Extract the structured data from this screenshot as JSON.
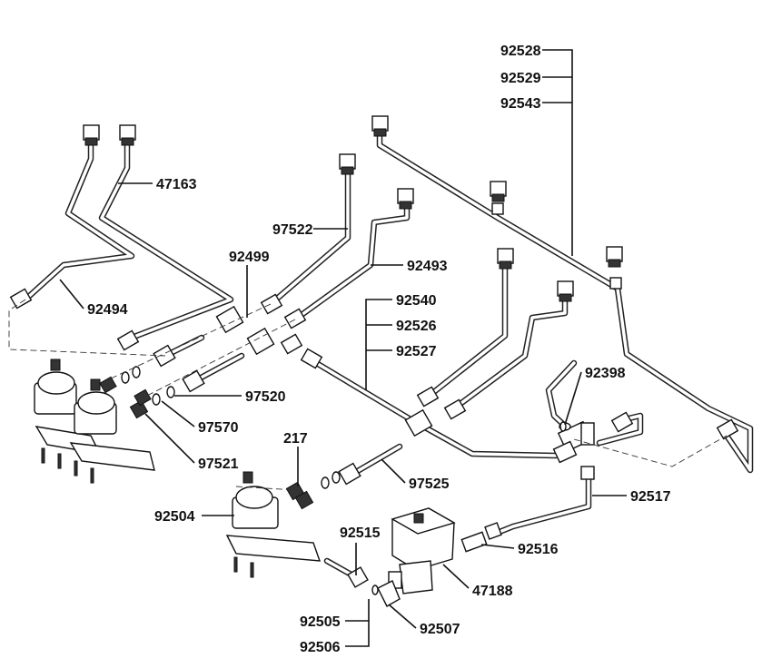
{
  "diagram": {
    "part_labels": {
      "p92528": "92528",
      "p92529": "92529",
      "p92543": "92543",
      "p47163": "47163",
      "p97522": "97522",
      "p92499": "92499",
      "p92493": "92493",
      "p92494": "92494",
      "p92540": "92540",
      "p92526": "92526",
      "p92527": "92527",
      "p92398": "92398",
      "p97520": "97520",
      "p97570": "97570",
      "p97521": "97521",
      "p217": "217",
      "p97525": "97525",
      "p92517": "92517",
      "p92504": "92504",
      "p92515": "92515",
      "p92516": "92516",
      "p47188": "47188",
      "p92505": "92505",
      "p92506": "92506",
      "p92507": "92507"
    }
  }
}
